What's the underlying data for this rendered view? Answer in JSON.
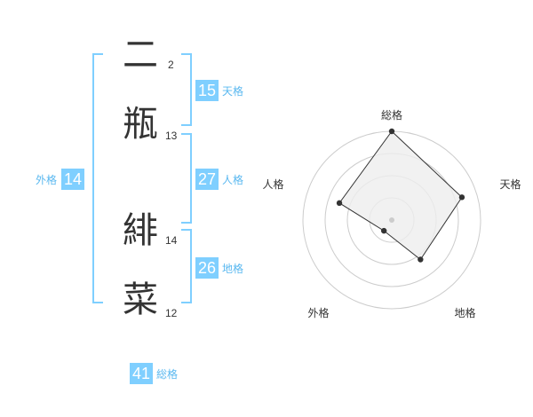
{
  "name_chars": [
    {
      "char": "二",
      "strokes": "2"
    },
    {
      "char": "瓶",
      "strokes": "13"
    },
    {
      "char": "緋",
      "strokes": "14"
    },
    {
      "char": "菜",
      "strokes": "12"
    }
  ],
  "fortunes": {
    "tenkaku": {
      "value": "15",
      "label": "天格"
    },
    "jinkaku": {
      "value": "27",
      "label": "人格"
    },
    "chikaku": {
      "value": "26",
      "label": "地格"
    },
    "gaikaku": {
      "value": "14",
      "label": "外格"
    },
    "soukaku": {
      "value": "41",
      "label": "総格"
    }
  },
  "radar": {
    "axes": [
      "総格",
      "天格",
      "地格",
      "外格",
      "人格"
    ],
    "levels": 4,
    "values": [
      1.0,
      0.83,
      0.55,
      0.15,
      0.62
    ],
    "line_color": "#333333",
    "fill_color": "#eeeeee",
    "grid_color": "#cccccc"
  }
}
